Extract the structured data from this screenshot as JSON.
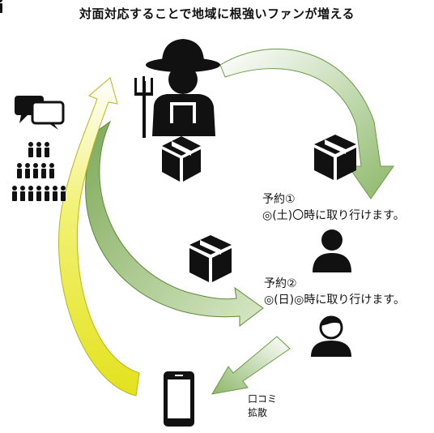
{
  "title": "対面対応することで地域に根強いファンが増える",
  "reservations": [
    {
      "heading": "予約①",
      "message": "◎(土)〇時に取り行けます。"
    },
    {
      "heading": "予約②",
      "message": "◎(日)◎時に取り行けます。"
    }
  ],
  "word_of_mouth": {
    "line1": "口コミ",
    "line2": "拡散"
  },
  "icons": {
    "farmer": "farmer-with-pitchfork-icon",
    "box": "package-box-icon",
    "customer_1": "person-icon",
    "customer_2": "person-with-hair-icon",
    "chat": "chat-bubbles-icon",
    "crowd": "crowd-icon",
    "phone": "smartphone-icon"
  },
  "colors": {
    "green_arrow": "#8db86a",
    "yellow_arrow": "#e6e82e",
    "icon": "#111111"
  }
}
